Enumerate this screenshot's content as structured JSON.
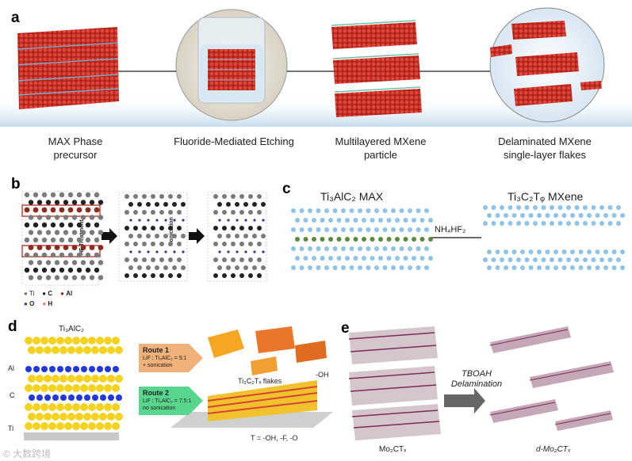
{
  "panel_a": {
    "letter": "a",
    "captions": [
      {
        "line1": "MAX Phase",
        "line2": "precursor"
      },
      {
        "line1": "Fluoride-Mediated Etching",
        "line2": ""
      },
      {
        "line1": "Multilayered MXene",
        "line2": "particle"
      },
      {
        "line1": "Delaminated MXene",
        "line2": "single-layer flakes"
      }
    ]
  },
  "panel_b": {
    "letter": "b",
    "step1": "HF Treatment",
    "step2": "Sonication",
    "legend": [
      {
        "symbol": "Ti",
        "color": "#6e6e6e"
      },
      {
        "symbol": "C",
        "color": "#111111"
      },
      {
        "symbol": "Al",
        "color": "#8b2a1e"
      },
      {
        "symbol": "O",
        "color": "#4b2a9a"
      },
      {
        "symbol": "H",
        "color": "#e07b6a"
      }
    ]
  },
  "panel_c": {
    "letter": "c",
    "left_title": "Ti₃AlC₂ MAX",
    "right_title": "Ti₃C₂Tᵩ MXene",
    "reagent": "NH₄HF₂"
  },
  "panel_d": {
    "letter": "d",
    "title": "Ti₃AlC₂",
    "labels": [
      "Al",
      "C",
      "Ti"
    ],
    "route1": {
      "name": "Route 1",
      "line1": "LiF : Ti₃AlC₂ = 5:1",
      "line2": "+ sonication"
    },
    "route2": {
      "name": "Route 2",
      "line1": "LiF : Ti₃AlC₂ = 7.5:1",
      "line2": "no sonication"
    },
    "flakes_label": "Ti₃C₂Tₓ flakes",
    "oh_label": "-OH",
    "t_def": "T = -OH, -F, -O"
  },
  "panel_e": {
    "letter": "e",
    "method_line1": "TBOAH",
    "method_line2": "Delamination",
    "left_label": "Mo₂CTₓ",
    "right_label": "d-Mo₂CTₓ"
  },
  "watermark": "© 大数跨境"
}
